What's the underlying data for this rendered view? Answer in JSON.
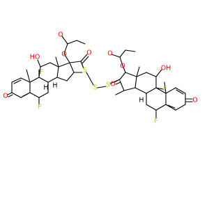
{
  "molecule": {
    "colors": {
      "bond": "#000000",
      "O": "#ff0000",
      "F": "#90e050",
      "S": "#c8c800",
      "H": "#000000",
      "text": "#000000"
    },
    "labels": {
      "left_O_ester": "O",
      "left_O_carbonyl_ester": "O",
      "left_O_carbonyl_acyl": "O",
      "left_S": "S",
      "left_OH": "HO",
      "left_F_9": "F",
      "left_F_6": "F",
      "left_O_ketone": "O",
      "left_H_8": "H",
      "left_H_14": "H",
      "right_O_ester": "O",
      "right_O_carbonyl_ester": "O",
      "right_O_carbonyl_acyl": "O",
      "right_S": "S",
      "right_OH": "OH",
      "right_F_9": "F",
      "right_F_6": "F",
      "right_O_ketone": "O",
      "right_H_14": "H"
    }
  }
}
